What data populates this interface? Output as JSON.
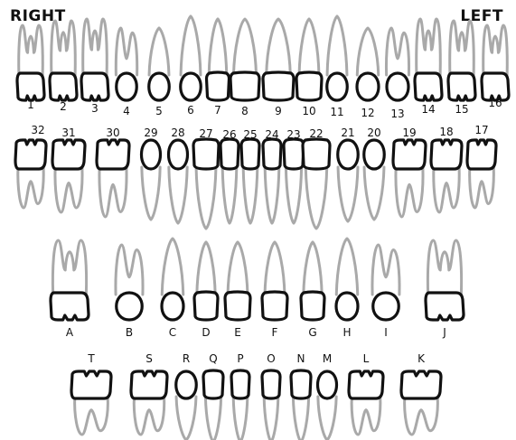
{
  "labels": {
    "right": "RIGHT",
    "left": "LEFT"
  },
  "colors": {
    "outline": "#111111",
    "root": "#a9a9a9",
    "text": "#111111"
  },
  "permanent": {
    "upper": [
      "1",
      "2",
      "3",
      "4",
      "5",
      "6",
      "7",
      "8",
      "9",
      "10",
      "11",
      "12",
      "13",
      "14",
      "15",
      "16"
    ],
    "lower": [
      "32",
      "31",
      "30",
      "29",
      "28",
      "27",
      "26",
      "25",
      "24",
      "23",
      "22",
      "21",
      "20",
      "19",
      "18",
      "17"
    ]
  },
  "primary": {
    "upper": [
      "A",
      "B",
      "C",
      "D",
      "E",
      "F",
      "G",
      "H",
      "I",
      "J"
    ],
    "lower": [
      "T",
      "S",
      "R",
      "Q",
      "P",
      "O",
      "N",
      "M",
      "L",
      "K"
    ]
  }
}
